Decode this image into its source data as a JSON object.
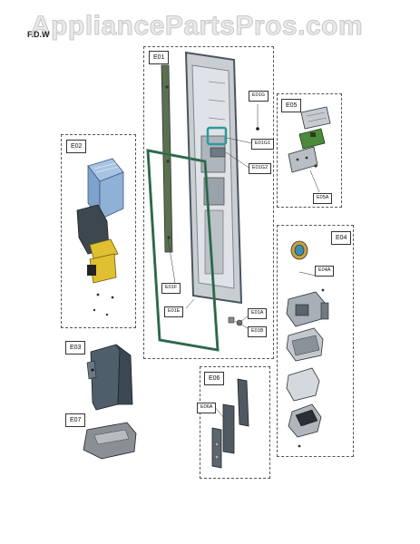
{
  "watermark": "AppliancePartsPros.com",
  "page_code": "F.D.W",
  "groups": {
    "e01": "E01",
    "e02": "E02",
    "e03": "E03",
    "e04": "E04",
    "e05": "E05",
    "e06": "E06",
    "e07": "E07"
  },
  "callouts": {
    "e01g": "E01G",
    "e01g1": "E01G1",
    "e01g2": "E01G2",
    "e01f": "E01F",
    "e01e": "E01E",
    "e01a": "E01A",
    "e01b": "E01B",
    "e04a": "E04A",
    "e05a": "E05A",
    "e06a": "E06A"
  },
  "colors": {
    "door_frame": "#4a5560",
    "door_panel": "#c9ced3",
    "gasket": "#3a7a5a",
    "ice_bin_blue": "#8fb1d6",
    "ice_bin_dark": "#3d4750",
    "yellow_part": "#e0c030",
    "teal_part": "#2e9a9a",
    "green_pcb": "#4a8a3a"
  }
}
